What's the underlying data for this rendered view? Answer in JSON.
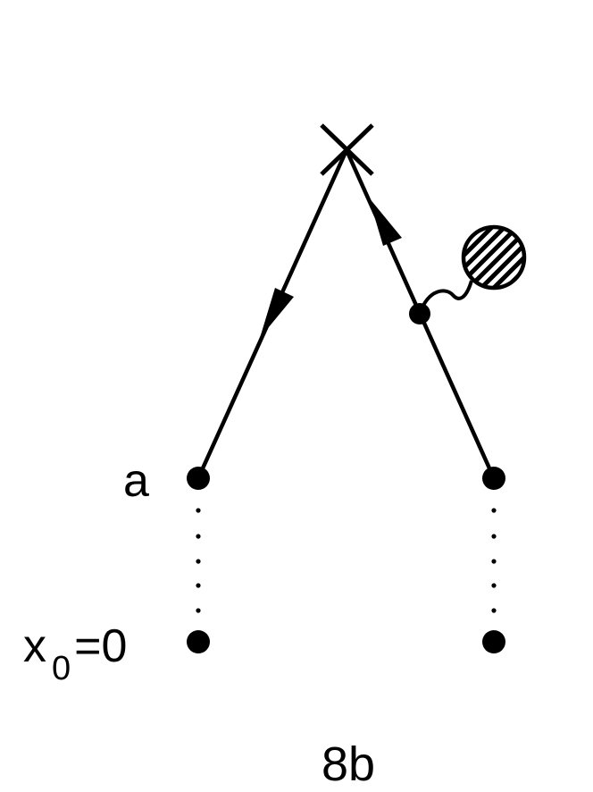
{
  "diagram": {
    "labels": {
      "a": "a",
      "x_var": "x",
      "x_sub": "0",
      "x_eq": "=0"
    },
    "caption": "8b",
    "colors": {
      "stroke": "#000000",
      "background": "#ffffff"
    }
  }
}
